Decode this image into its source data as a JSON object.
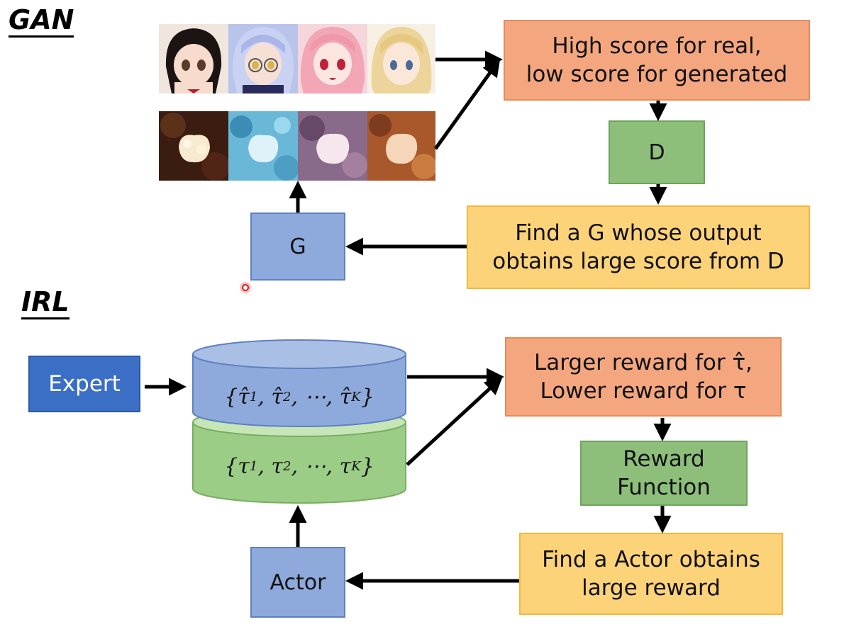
{
  "gan": {
    "title": "GAN",
    "real_score_text": "High score for real,\nlow score for generated",
    "d_label": "D",
    "find_g_text": "Find a G whose output\nobtains large score from D",
    "g_label": "G"
  },
  "irl": {
    "title": "IRL",
    "expert_label": "Expert",
    "expert_traj": "{τ̂₁, τ̂₂, ⋯, τ̂_K}",
    "actor_traj": "{τ₁, τ₂, ⋯, τ_K}",
    "reward_text": "Larger reward for τ̂,\nLower reward for τ",
    "reward_fn_label": "Reward\nFunction",
    "find_actor_text": "Find a Actor obtains\nlarge reward",
    "actor_label": "Actor"
  },
  "colors": {
    "orange_box": "#f4a77f",
    "green_box": "#8dbf7b",
    "yellow_box": "#fdd37a",
    "blue_box": "#8ea9db",
    "expert_box": "#3b6fc6"
  },
  "icons": [
    "anime-face-image",
    "generated-noise-image",
    "cursor-dot-icon"
  ]
}
